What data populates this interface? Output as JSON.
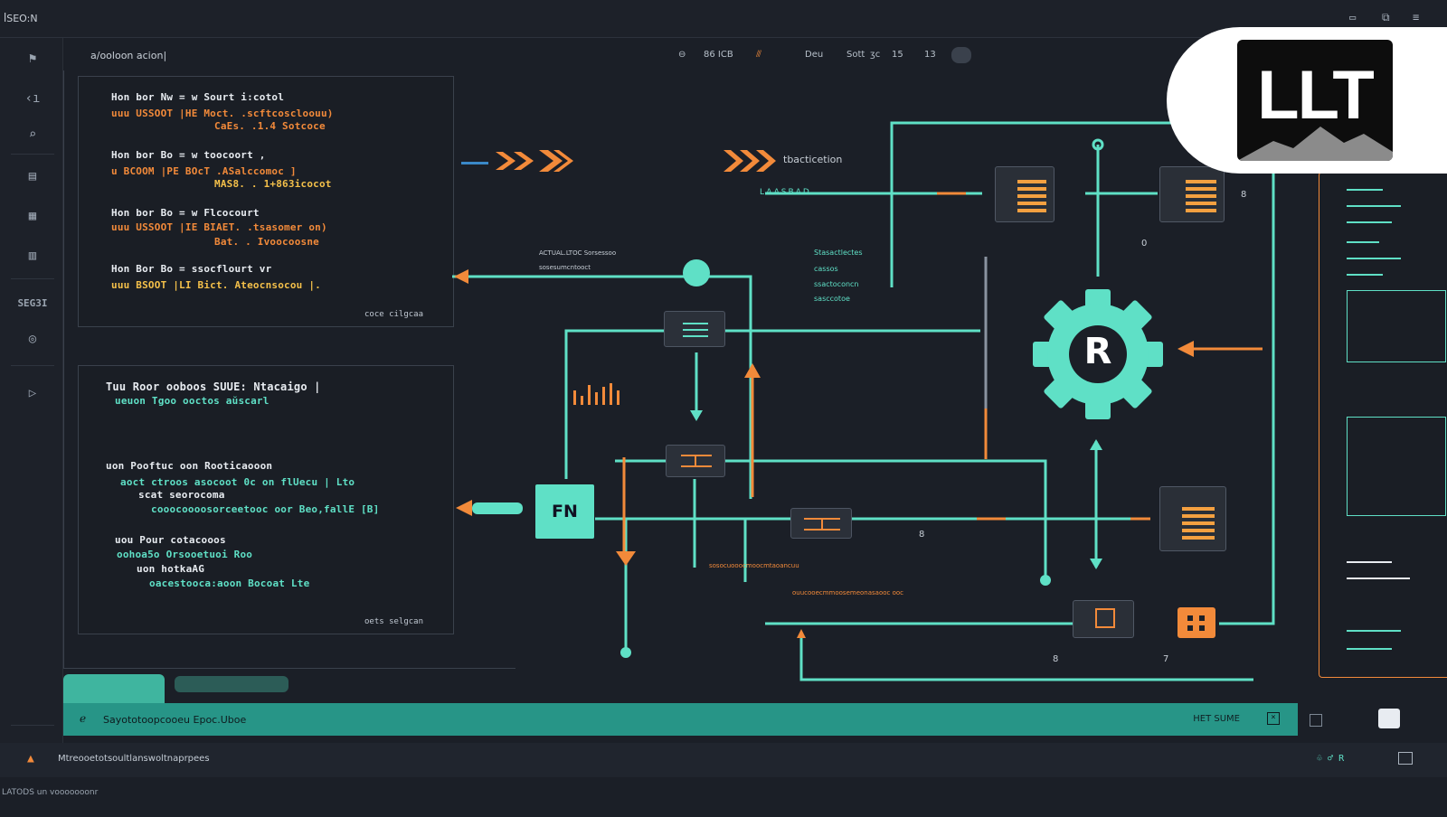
{
  "titlebar": {
    "app_name": "ꟾSEO:N"
  },
  "toolbar": {
    "crumb": "a/ooloon acion|",
    "items": [
      "86 ICB",
      "Deu",
      "Sott",
      "ʒc",
      "15",
      "13"
    ]
  },
  "sidebar": {
    "label": "SEG3I"
  },
  "code_top": {
    "lines": [
      "Hon bor   Nw = w  Sourt  i:cotol",
      "uuu  USSOOT  |HE   Moct.  .scftcoscloouu)",
      "CaEs.  .1.4  Sotcoce",
      "Hon bor  Bo = w  toocoort ,",
      "u  BCOOM  |PE   BOcT  .ASalccomoc  ]",
      "MAS8.  .  1+863icocot",
      "Hon bor  Bo = w  Flcocourt",
      "uuu  USSOOT  |IE   BIAET.   .tsasomer on)",
      "Bat.  .  Ivoocoosne",
      "Hon Bor  Bo = ssocflourt vr",
      "uuu  BSOOT  |LI   Bict.   Ateocnsocou |."
    ],
    "footer": "coce  cilgcaa"
  },
  "code_bottom": {
    "lines": [
      "Tuu  Roor  ooboos  SUUE: Ntacaigo  |",
      "ueuon  Tgoo  ooctos  aŭscarl",
      "uon  Pooftuc  oon  Rooticaooon",
      "aoct  ctroos  asocoot  0c  on  flUecu  |  Lto",
      "scat  seorocoma",
      "cooocoooosorceetooc  oor  Beo,fallE  [B]",
      "uou  Pour  cotacooos",
      "oohoa5o  Orsooetuoi  Roo",
      "uon  hotkaAG",
      "oacestooca:aoon   Bocoat   Lte"
    ],
    "footer": "oets  selgcan"
  },
  "diagram": {
    "label_main": "tbacticetion",
    "fn_label": "FN",
    "gear_letter": "R",
    "numbers": [
      "8",
      "0",
      "8",
      "8",
      "7"
    ],
    "side_labels": [
      "Stasactlectes",
      "cassos",
      "ssactoconcn",
      "sasccotoe"
    ],
    "mid_label_top": "ACTUAL.LTOC   Sorsessoo",
    "mid_label_top2": "sosesumcntooct",
    "bottom_label1": "sosocuooocmoocmtaoancuu",
    "bottom_label2": "ouucooecmmoosemeonasaooc  ooc",
    "small_box_label": "LAASBAD"
  },
  "logo": {
    "text": "LLT"
  },
  "statusbar": {
    "text": "Sayototoopcooeu Epoc.Uboe",
    "right": "HET SUME"
  },
  "footer": {
    "message": "Mtreooetotsoultlanswoltnaprpees",
    "bottom": "LATODS  un  vooooooonr"
  },
  "colors": {
    "teal": "#5fe0c6",
    "orange": "#f28a3a",
    "background": "#1b1f27",
    "status": "#279587"
  }
}
